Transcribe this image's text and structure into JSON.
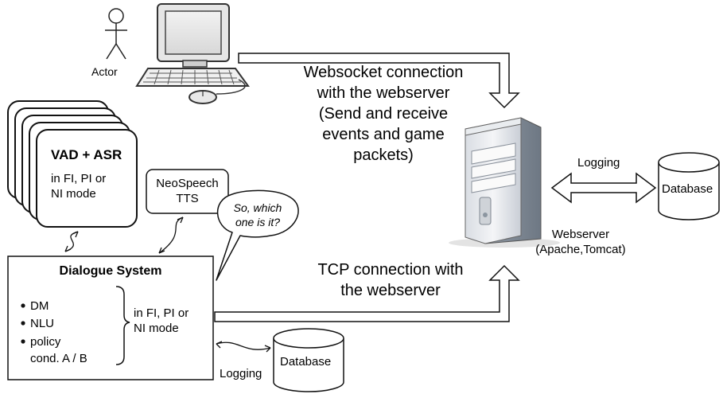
{
  "actor": {
    "label": "Actor"
  },
  "websocket": {
    "lines": [
      "Websocket connection",
      "with the webserver",
      "(Send and receive",
      "events and game",
      "packets)"
    ]
  },
  "asr": {
    "title": "VAD + ASR",
    "mode_lines": [
      "in FI, PI or",
      "NI mode"
    ]
  },
  "tts": {
    "lines": [
      "NeoSpeech",
      "TTS"
    ]
  },
  "speech_bubble": {
    "lines": [
      "So, which",
      "one is it?"
    ]
  },
  "dialogue": {
    "title": "Dialogue System",
    "items": [
      "DM",
      "NLU",
      "policy"
    ],
    "item_extra": "cond. A / B",
    "mode_lines": [
      "in FI, PI or",
      "NI mode"
    ]
  },
  "tcp": {
    "lines": [
      "TCP connection with",
      "the webserver"
    ]
  },
  "webserver": {
    "lines": [
      "Webserver",
      "(Apache,Tomcat)"
    ]
  },
  "server_logging": {
    "label": "Logging"
  },
  "server_db": {
    "label": "Database"
  },
  "ds_logging": {
    "label": "Logging"
  },
  "ds_db": {
    "label": "Database"
  }
}
